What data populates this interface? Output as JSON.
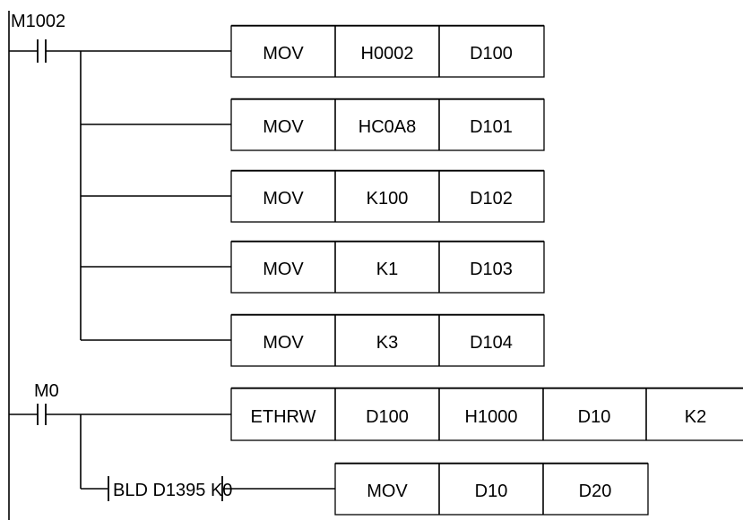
{
  "diagram": {
    "rung1": {
      "contact": "M1002",
      "instructions": [
        [
          "MOV",
          "H0002",
          "D100"
        ],
        [
          "MOV",
          "HC0A8",
          "D101"
        ],
        [
          "MOV",
          "K100",
          "D102"
        ],
        [
          "MOV",
          "K1",
          "D103"
        ],
        [
          "MOV",
          "K3",
          "D104"
        ]
      ]
    },
    "rung2": {
      "contact": "M0",
      "instruction": [
        "ETHRW",
        "D100",
        "H1000",
        "D10",
        "K2"
      ],
      "branch_contact": "BLD D1395 K0",
      "branch_instruction": [
        "MOV",
        "D10",
        "D20"
      ]
    }
  }
}
